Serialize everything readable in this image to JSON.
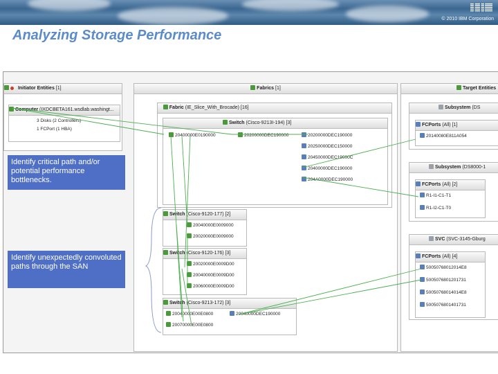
{
  "header": {
    "copyright": "© 2010 IBM Corporation",
    "logo_text": "IBM"
  },
  "title": "Analyzing Storage Performance",
  "callouts": [
    "Identify critical path and/or potential performance bottlenecks.",
    "Identify unexpectedly convoluted paths through the SAN"
  ],
  "panels": {
    "initiator": {
      "title": "Initiator Entities",
      "count": "[1]"
    },
    "computer": {
      "title": "Computer",
      "detail": "(IXDCBETA161.wsdlab.washingt...",
      "lines": [
        "3 Disks (2 Controllers)",
        "1 FCPort (1 HBA)"
      ]
    },
    "fabrics": {
      "title": "Fabrics",
      "count": "[1]"
    },
    "fabric": {
      "title": "Fabric",
      "detail": "(IE_Slice_With_Brocade)",
      "count": "[16]"
    },
    "target": {
      "title": "Target Entities"
    },
    "switch1": {
      "title": "Switch",
      "detail": "(Cisco-9213I-194)",
      "count": "[3]",
      "left": [
        "20400000E0190000"
      ],
      "right": [
        "20200000DEC190000",
        "20250000DEC150000",
        "20450000DEC19000C",
        "20400000DEC190000",
        "204A0000DEC190000"
      ]
    },
    "switch2": {
      "title": "Switch",
      "detail": "(Cisco-9120-177)",
      "count": "[2]",
      "ports": [
        "20040000E0009000",
        "20020000E0009000"
      ]
    },
    "switch3": {
      "title": "Switch",
      "detail": "(Cisco-9120-176)",
      "count": "[3]",
      "ports": [
        "20020000E0009D00",
        "20040000E0009D00",
        "20060000E0009D00"
      ]
    },
    "switch4": {
      "title": "Switch",
      "detail": "(Cisco-9213-172)",
      "count": "[3]",
      "left": [
        "20040000E00E0800",
        "20070000E00E0800"
      ],
      "right": [
        "20040000DEC190000"
      ]
    },
    "subsystem1": {
      "title": "Subsystem",
      "detail": "(DS"
    },
    "fcports1": {
      "title": "FCPorts",
      "detail": "(All)",
      "count": "[1]",
      "ports": [
        "20140080E811A054"
      ]
    },
    "subsystem2": {
      "title": "Subsystem",
      "detail": "(DS8000-1"
    },
    "fcports2": {
      "title": "FCPorts",
      "detail": "(All)",
      "count": "[2]",
      "ports": [
        "R1-I1-C1-T1",
        "R1-I2-C1-T0"
      ]
    },
    "svc": {
      "title": "SVC",
      "detail": "(SVC-3145-Gburg"
    },
    "fcports3": {
      "title": "FCPorts",
      "detail": "(All)",
      "count": "[4]",
      "ports": [
        "50050768012014E8",
        "5005076801201731",
        "50050768014014E8",
        "5005076801401731"
      ]
    }
  }
}
